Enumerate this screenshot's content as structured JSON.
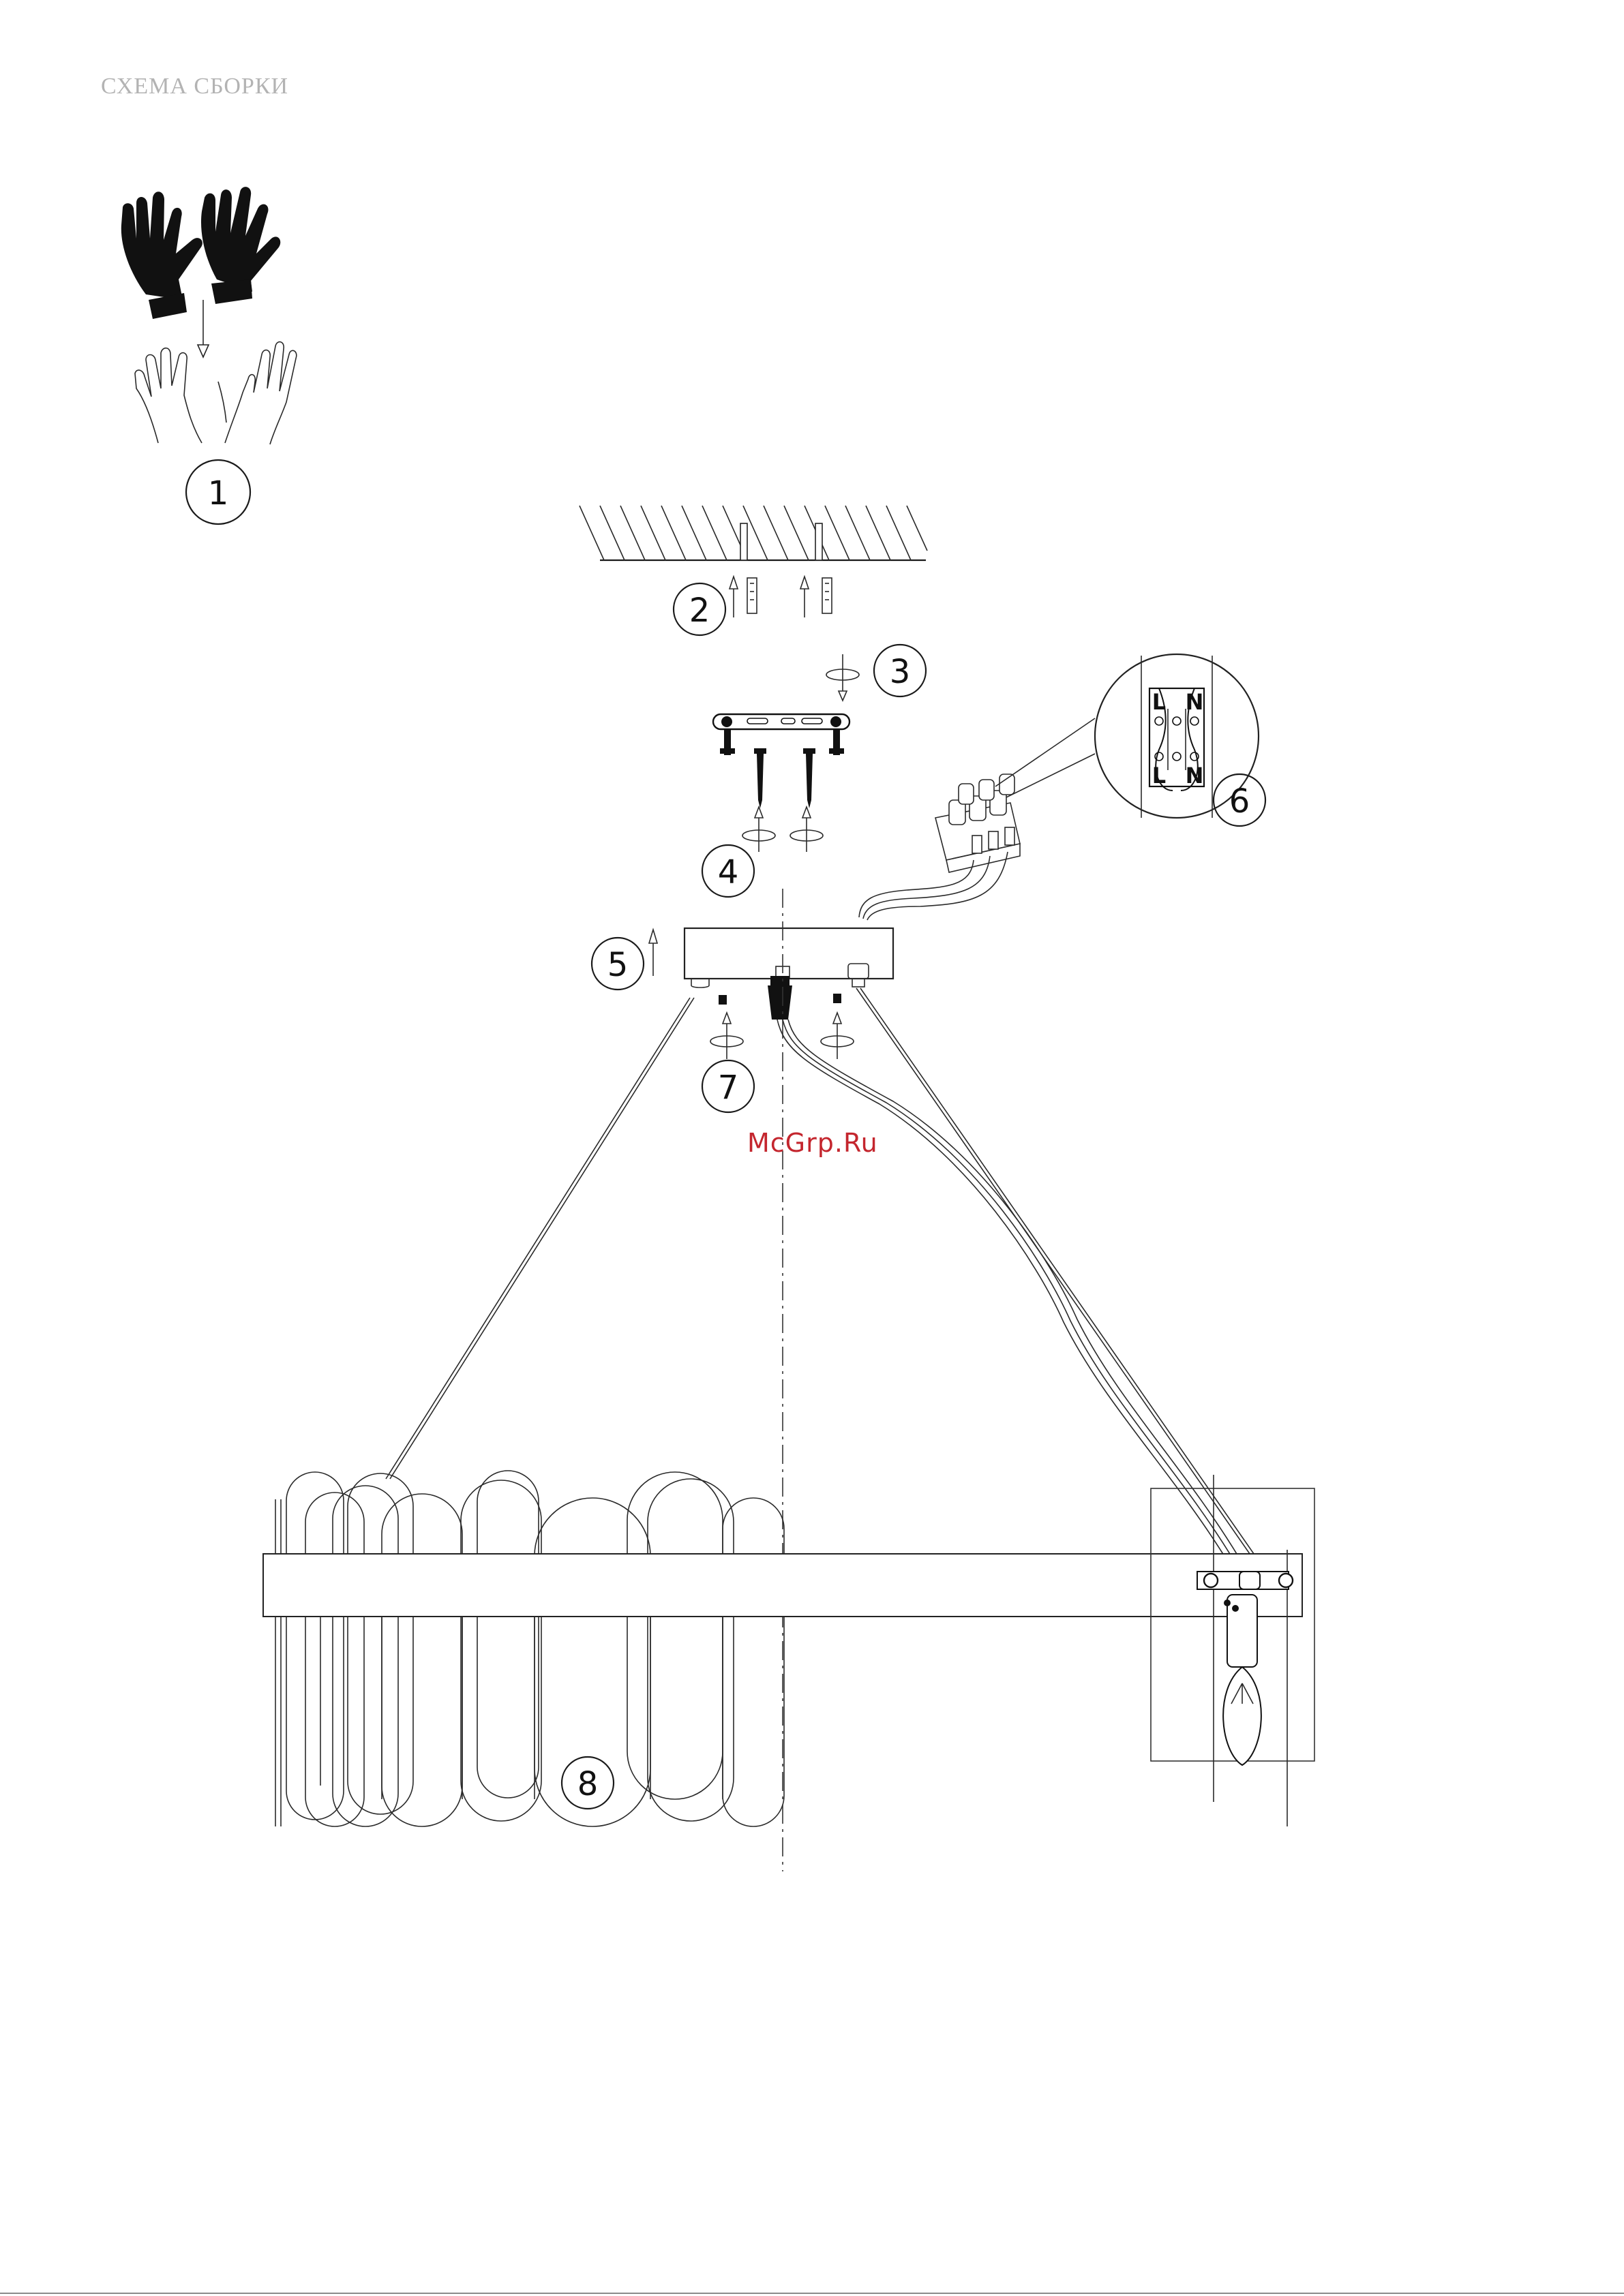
{
  "page": {
    "title": "СХЕМА СБОРКИ",
    "watermark": "McGrp.Ru"
  },
  "steps": [
    "1",
    "2",
    "3",
    "4",
    "5",
    "6",
    "7",
    "8"
  ],
  "terminal_labels": {
    "top_left": "L",
    "top_right": "N",
    "bottom_left": "L",
    "bottom_right": "N"
  }
}
